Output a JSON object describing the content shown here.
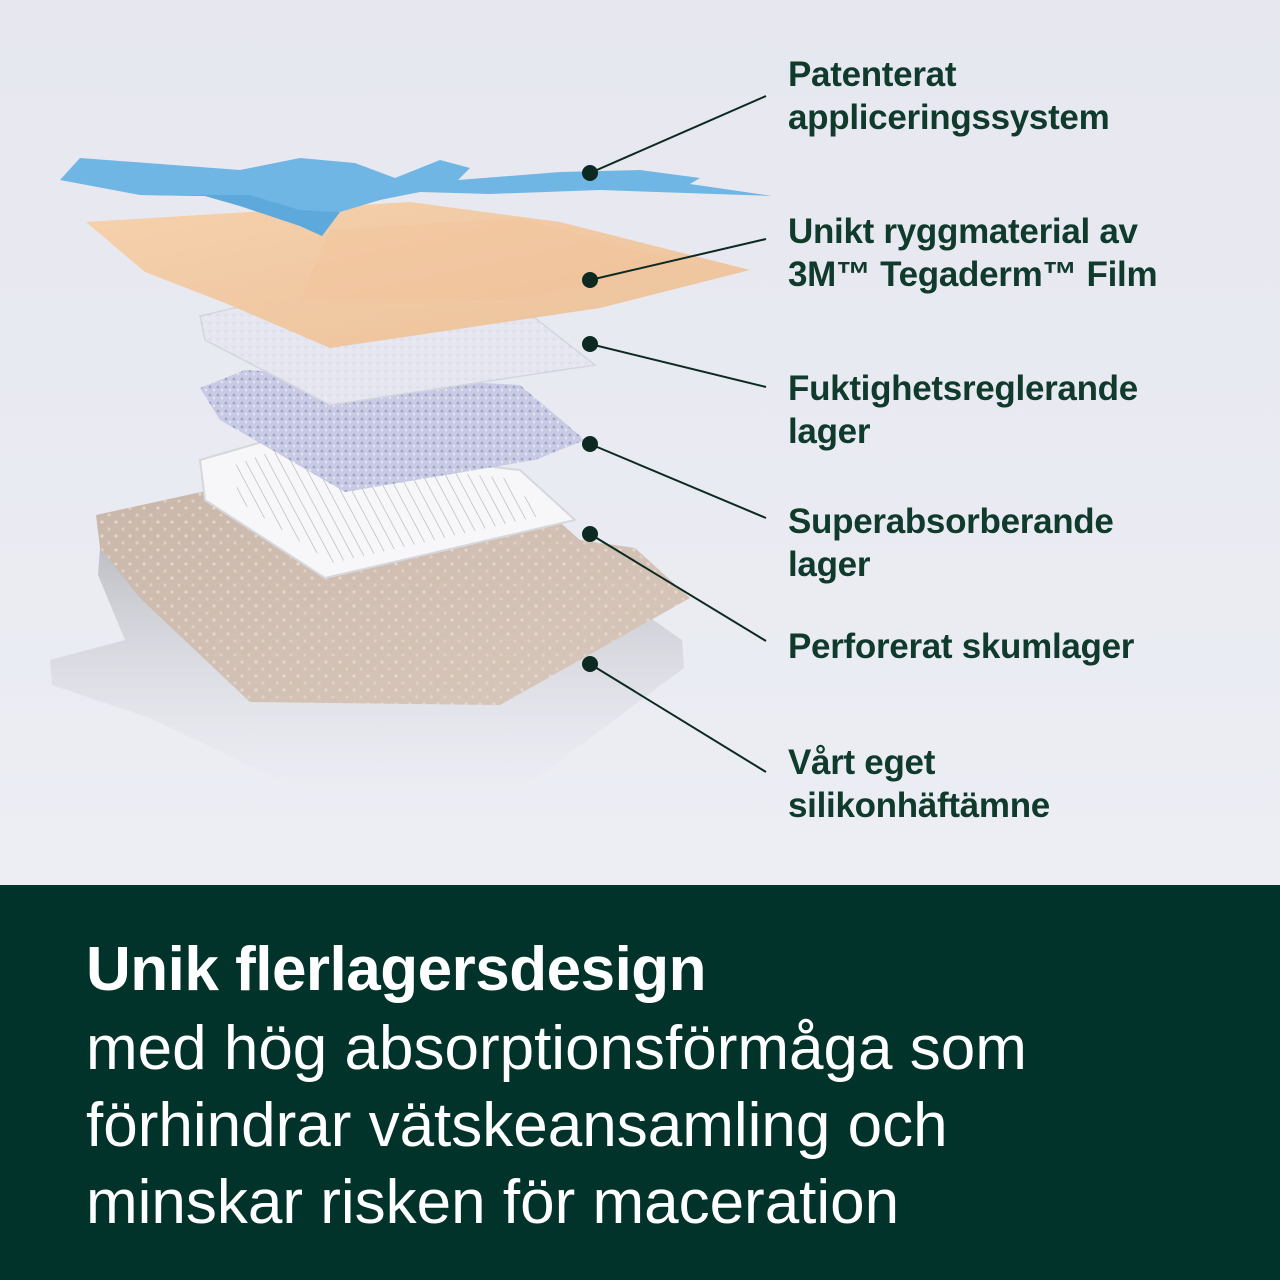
{
  "diagram": {
    "layers": [
      {
        "id": "application-system",
        "label": "Patenterat\nappliceringssystem"
      },
      {
        "id": "backing-film",
        "label": "Unikt ryggmaterial av\n3M™ Tegaderm™ Film"
      },
      {
        "id": "moisture-layer",
        "label": "Fuktighetsreglerande\nlager"
      },
      {
        "id": "superabsorbent-layer",
        "label": "Superabsorberande\nlager"
      },
      {
        "id": "perforated-foam",
        "label": "Perforerat skumlager"
      },
      {
        "id": "silicone-adhesive",
        "label": "Vårt eget\nsilikonhäftämne"
      }
    ],
    "colors": {
      "film_blue": "#6fb6e4",
      "backing_peach": "#f1c8a2",
      "foam_brown": "#c7b3a6",
      "leader_line": "#0c2a21"
    }
  },
  "banner": {
    "title": "Unik flerlagersdesign",
    "body": "med hög absorptionsförmåga som\nförhindrar vätskeansamling och\nminskar risken för maceration",
    "background": "#01332a"
  }
}
